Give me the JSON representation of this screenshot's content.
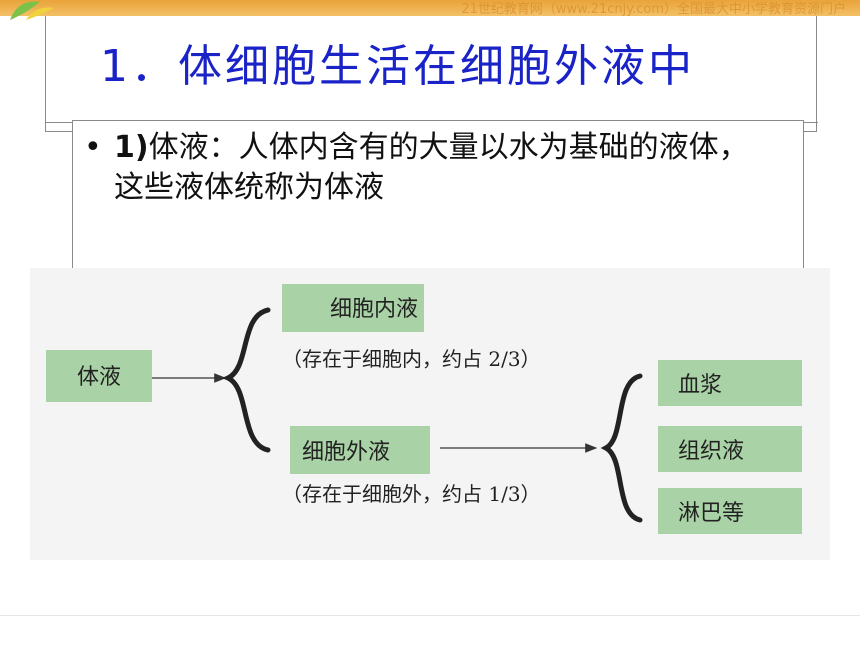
{
  "header": {
    "banner_text": "21世纪教育网（www.21cnjy.com）全国最大中小学教育资源门户",
    "title": "1．体细胞生活在细胞外液中"
  },
  "content": {
    "bullet_marker": "•",
    "bullet_lead": "1)",
    "bullet_body": "体液：人体内含有的大量以水为基础的液体，这些液体统称为体液"
  },
  "diagram": {
    "root": "体液",
    "intracellular": "细胞内液",
    "intracellular_note": "（存在于细胞内，约占 2/3）",
    "extracellular": "细胞外液",
    "extracellular_note": "（存在于细胞外，约占 1/3）",
    "components": [
      "血浆",
      "组织液",
      "淋巴等"
    ],
    "colors": {
      "box_fill": "#a9d3a6",
      "box_text": "#222222",
      "line": "#333333",
      "title": "#1a23c8"
    }
  }
}
